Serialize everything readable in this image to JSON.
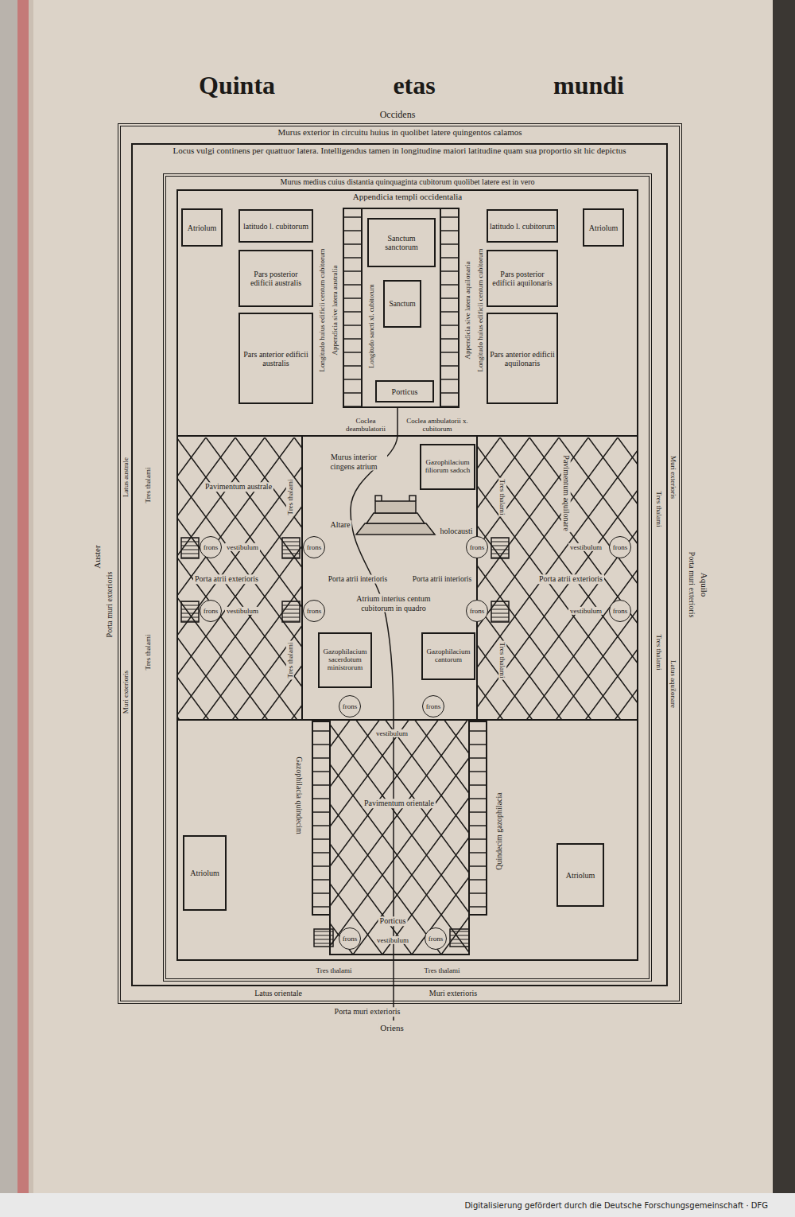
{
  "diagram": {
    "title": "Quinta etas mundi",
    "nodes": [
      {
        "text": [
          "Murus exterior in circuitu huius in quolibet latere quingentos calamos"
        ]
      },
      {
        "text": [
          "Locus vulgi continens per quattuor latera. Intelligendus tamen in longitudine maiori latitudine quam sua proportio sit hic depictus"
        ],
        "in": 0
      },
      {
        "text": [
          "Murus medius cuius distantia quinquaginta cubitorum quolibet latere est in vero"
        ],
        "in": 1
      },
      {
        "text": [
          "Appendicia templi occidentalia"
        ],
        "in": 2
      },
      {
        "text": [
          "Atriolum"
        ],
        "in": 3
      },
      {
        "text": [
          "latitudo l. cubitorum"
        ],
        "in": 3
      },
      {
        "text": [
          "Pars posterior edificii australis"
        ],
        "in": 3
      },
      {
        "text": [
          "Pars anterior edificii australis"
        ],
        "in": 3
      },
      {
        "text": [
          "Sanctum sanctorum"
        ],
        "in": 3
      },
      {
        "text": [
          "Sanctum"
        ],
        "in": 3
      },
      {
        "text": [
          "Porticus"
        ],
        "in": 3
      },
      {
        "text": [
          "latitudo l. cubitorum"
        ],
        "in": 3
      },
      {
        "text": [
          "Pars posterior edificii aquilonaris"
        ],
        "in": 3
      },
      {
        "text": [
          "Pars anterior edificii aquilonaris"
        ],
        "in": 3
      },
      {
        "text": [
          "Atriolum"
        ],
        "in": 3
      },
      {
        "text": [
          "Gazophilacium filiorum sadoch"
        ],
        "in": 3
      },
      {
        "text": [
          "frons"
        ],
        "in": 3
      },
      {
        "text": [
          "frons"
        ],
        "in": 3
      },
      {
        "text": [
          "frons"
        ],
        "in": 3
      },
      {
        "text": [
          "frons"
        ],
        "in": 3
      },
      {
        "text": [
          "frons"
        ],
        "in": 3
      },
      {
        "text": [
          "frons"
        ],
        "in": 3
      },
      {
        "text": [
          "frons"
        ],
        "in": 3
      },
      {
        "text": [
          "frons"
        ],
        "in": 3
      },
      {
        "text": [
          "Gazophilacium sacerdotum ministrorum"
        ],
        "in": 3
      },
      {
        "text": [
          "Gazophilacium cantorum"
        ],
        "in": 3
      },
      {
        "text": [
          "frons"
        ],
        "in": 3
      },
      {
        "text": [
          "frons"
        ],
        "in": 3
      },
      {
        "text": [
          "Atriolum"
        ],
        "in": 3
      },
      {
        "text": [
          "Atriolum"
        ],
        "in": 3
      },
      {
        "text": [
          "frons"
        ],
        "in": 3
      },
      {
        "text": [
          "frons"
        ],
        "in": 3
      }
    ],
    "labels": [
      "Occidens",
      "Longitudo huius edificii centum cubitorum",
      "Appendicia sive latera australia",
      "Longitudo sancti xl. cubitorum",
      "Appendicia sive latera aquilonaria",
      "Longitudo huius edificii centum cubitorum",
      "Coclea deambulatorii",
      "Coclea ambulatorii x. cubitorum",
      "Latus australe",
      "Tres thalami",
      "Muri exterioris",
      "Tres thalami",
      "Murus interior cingens atrium",
      "Pavimentum australe",
      "Tres thalami",
      "Tres thalami",
      "Pavimentum aquilonare",
      "Altare",
      "holocausti",
      "Auster",
      "vestibulum",
      "vestibulum",
      "Porta muri exterioris",
      "Porta atrii exterioris",
      "Porta atrii interioris",
      "Porta atrii interioris",
      "Porta atrii exterioris",
      "Porta muri exterioris",
      "Aquilo",
      "Atrium interius centum cubitorum in quadro",
      "vestibulum",
      "vestibulum",
      "Tres thalami",
      "Tres thalami",
      "Tres thalami",
      "Tres thalami",
      "Muri exterioris",
      "Latus aquilonare",
      "vestibulum",
      "Gazophilacia quindecim",
      "Pavimentum orientale",
      "Quindecim gazophilacia",
      "Porticus",
      "vestibulum",
      "Tres thalami",
      "Tres thalami",
      "Latus orientale",
      "Muri exterioris",
      "Porta muri exterioris",
      "Oriens",
      "Digitalisierung gefördert durch die Deutsche Forschungsgemeinschaft · DFG"
    ]
  }
}
